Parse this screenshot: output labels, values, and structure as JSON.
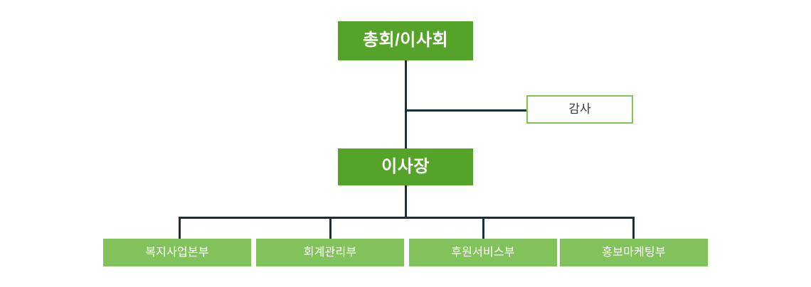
{
  "chart": {
    "type": "org-chart",
    "title": "",
    "colors": {
      "primary_fill": "#55a328",
      "primary_text": "#ffffff",
      "department_fill": "#82c25b",
      "department_text": "#ffffff",
      "outline_border": "#82c25b",
      "outline_fill": "#ffffff",
      "outline_text": "#3a3a3a",
      "connector": "#16303c",
      "background": "#ffffff"
    },
    "levels": {
      "top": {
        "label": "총회/이사회",
        "style": "primary"
      },
      "side": {
        "label": "감사",
        "style": "outline",
        "attaches_to": "총회/이사회"
      },
      "middle": {
        "label": "이사장",
        "style": "primary"
      },
      "departments": [
        {
          "label": "복지사업본부",
          "style": "department"
        },
        {
          "label": "회계관리부",
          "style": "department"
        },
        {
          "label": "후원서비스부",
          "style": "department"
        },
        {
          "label": "홍보마케팅부",
          "style": "department"
        }
      ]
    }
  }
}
